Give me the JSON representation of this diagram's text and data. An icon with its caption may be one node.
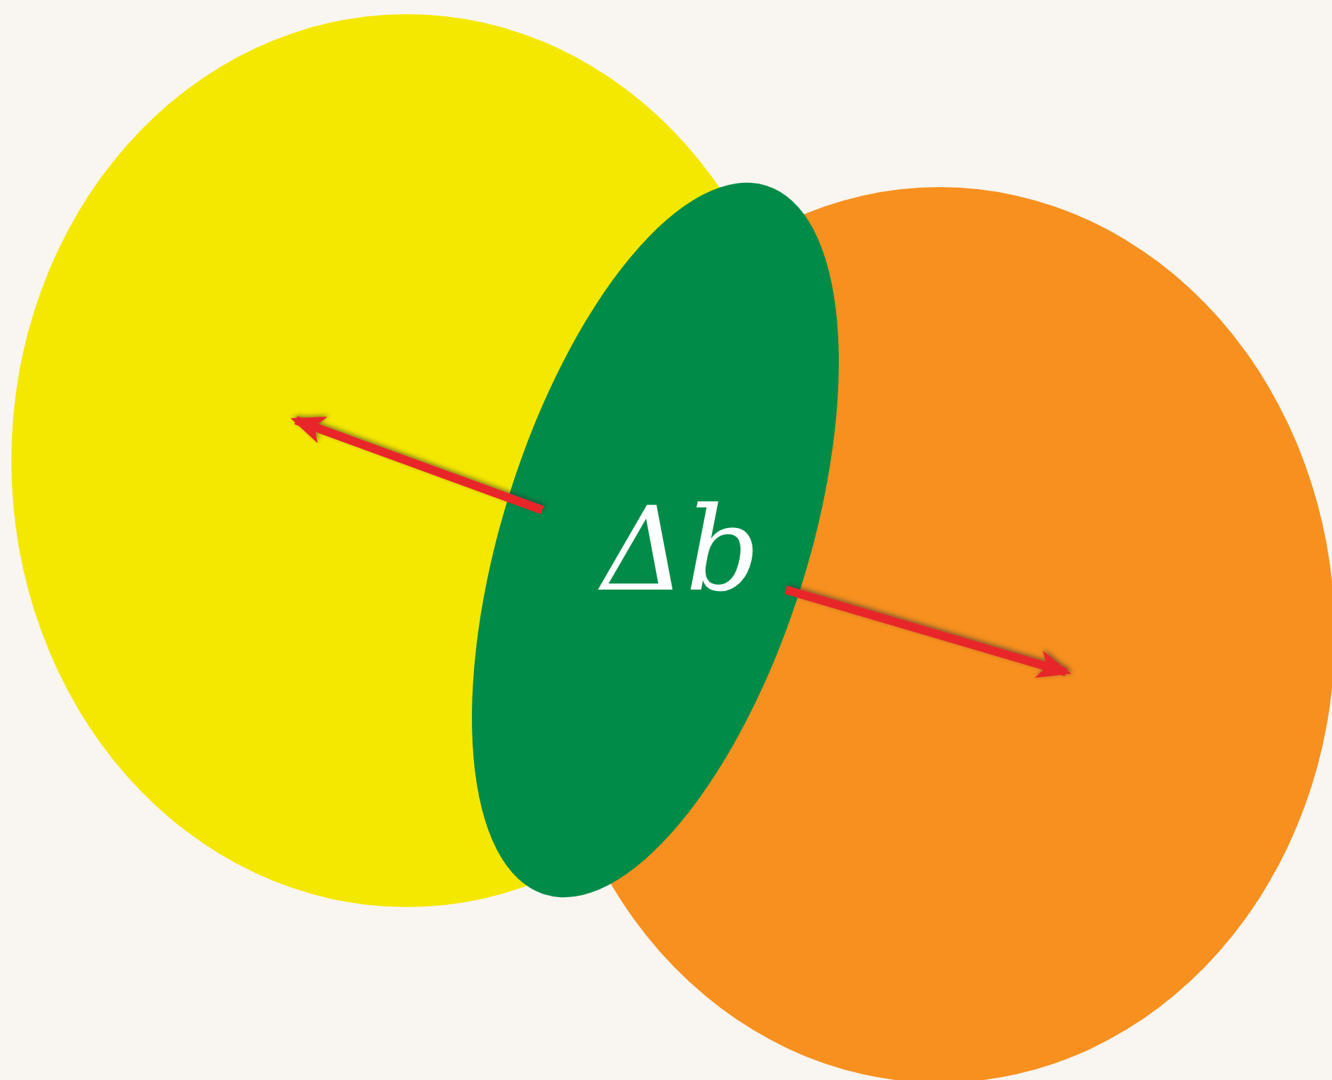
{
  "diagram": {
    "nodes": [
      {
        "text": [],
        "shape": "circle"
      },
      {
        "text": [],
        "shape": "circle"
      },
      {
        "text": [
          "Δb"
        ]
      }
    ],
    "edges": [
      {
        "from": 2,
        "to": 0,
        "arrow": "to"
      },
      {
        "from": 2,
        "to": 1,
        "arrow": "to"
      }
    ]
  }
}
